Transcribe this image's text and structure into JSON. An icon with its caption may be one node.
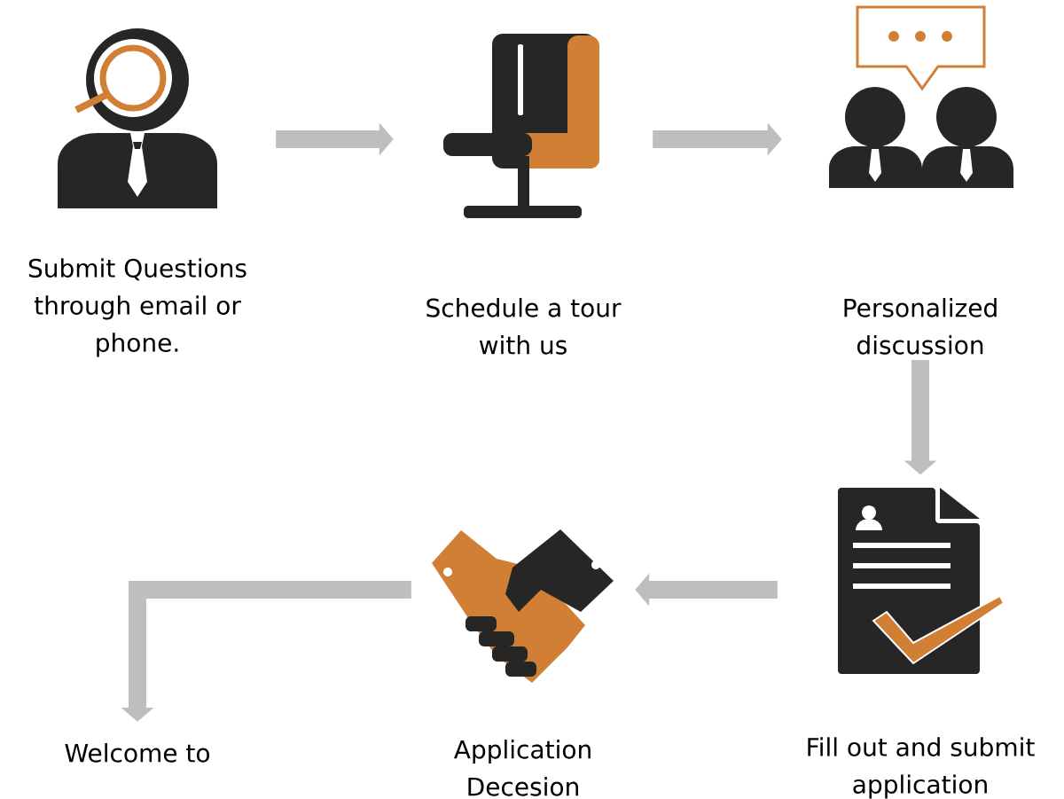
{
  "diagram": {
    "nodes": [
      {
        "text": [
          "Submit Questions through email or phone."
        ]
      },
      {
        "text": [
          "Schedule a tour with us"
        ]
      },
      {
        "text": [
          "Personalized discussion"
        ]
      },
      {
        "text": [
          "Fill out and submit application"
        ]
      },
      {
        "text": [
          "Application Decesion"
        ]
      },
      {
        "text": [
          "Welcome to"
        ]
      }
    ],
    "edges": [
      {
        "from": 0,
        "to": 1,
        "arrow": "to"
      },
      {
        "from": 1,
        "to": 2,
        "arrow": "to"
      },
      {
        "from": 2,
        "to": 3,
        "arrow": "to"
      },
      {
        "from": 3,
        "to": 4,
        "arrow": "to"
      },
      {
        "from": 4,
        "to": 5,
        "arrow": "to"
      }
    ]
  }
}
